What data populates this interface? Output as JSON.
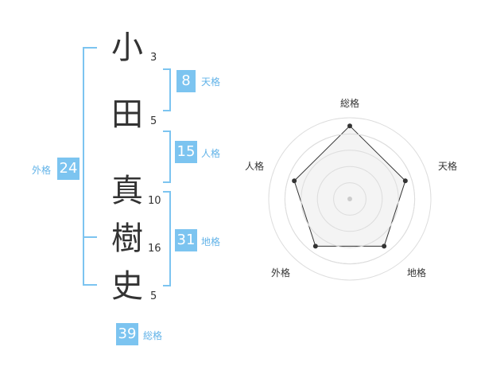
{
  "characters": [
    {
      "char": "小",
      "strokes": "3"
    },
    {
      "char": "田",
      "strokes": "5"
    },
    {
      "char": "真",
      "strokes": "10"
    },
    {
      "char": "樹",
      "strokes": "16"
    },
    {
      "char": "史",
      "strokes": "5"
    }
  ],
  "fortunes": {
    "tenkaku": {
      "value": "8",
      "label": "天格"
    },
    "jinkaku": {
      "value": "15",
      "label": "人格"
    },
    "chikaku": {
      "value": "31",
      "label": "地格"
    },
    "gaikaku": {
      "value": "24",
      "label": "外格"
    },
    "soukaku": {
      "value": "39",
      "label": "総格"
    }
  },
  "chart_data": {
    "type": "radar",
    "axes": [
      "総格",
      "天格",
      "地格",
      "外格",
      "人格"
    ],
    "values": [
      5,
      4,
      4,
      4,
      4
    ],
    "max": 5,
    "grid_levels": 5
  },
  "colors": {
    "accent": "#7cc4f0",
    "accent_text": "#62b3e8",
    "radar_fill": "#f2f2f2",
    "radar_line": "#333333",
    "grid": "#dddddd"
  }
}
